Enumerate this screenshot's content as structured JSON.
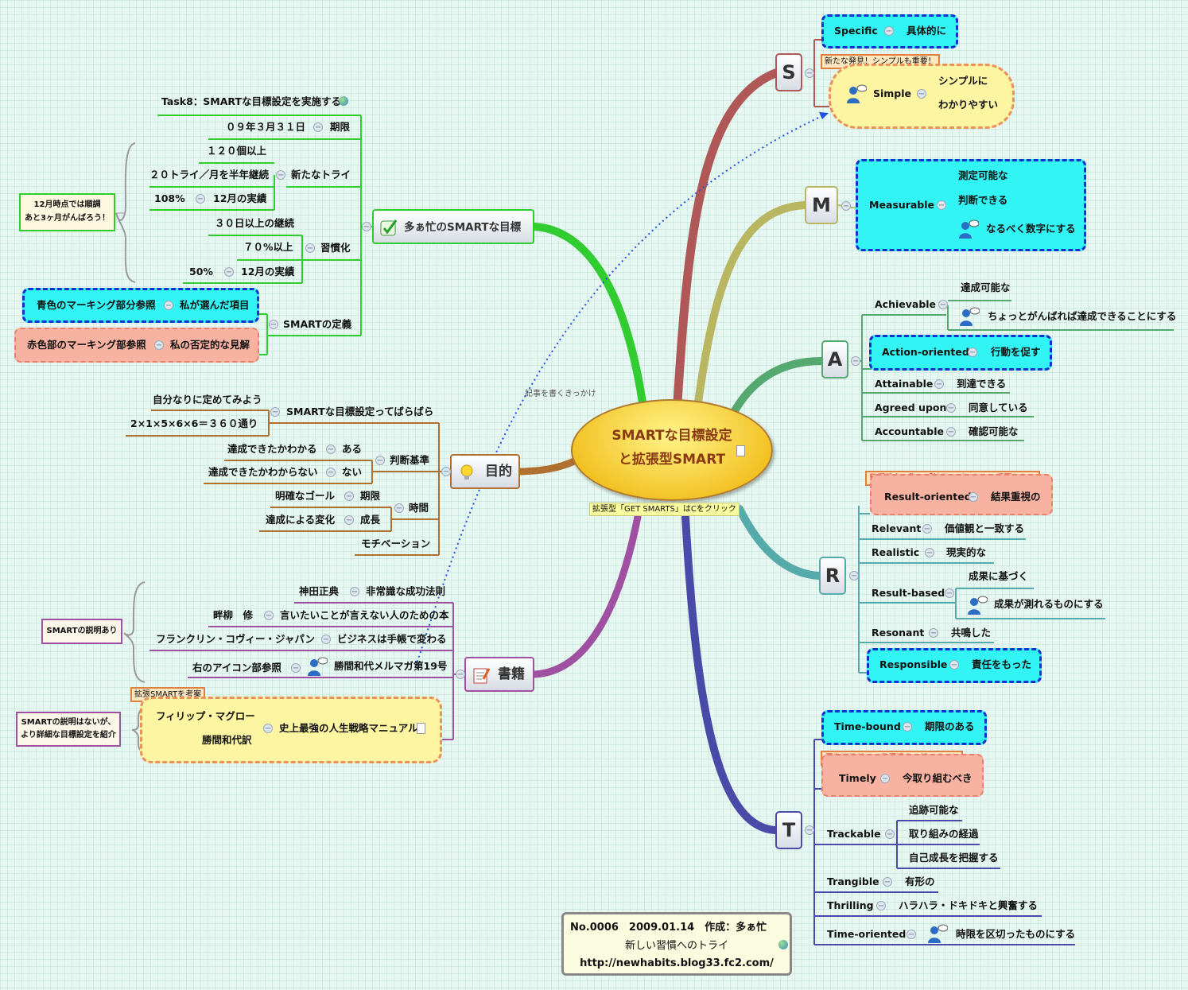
{
  "central": {
    "line1": "SMARTな目標設定",
    "line2": "と拡張型SMART",
    "note": "拡張型「GET SMARTS」はCをクリック"
  },
  "dotted_label": "記事を書くきっかけ",
  "info": {
    "line1": "No.0006　2009.01.14　作成：多ぁ忙",
    "line2": "新しい習慣へのトライ",
    "line3": "http://newhabits.blog33.fc2.com/"
  },
  "S": {
    "letter": "S",
    "specific": {
      "label": "Specific",
      "value": "具体的に"
    },
    "note": "新たな発見！シンプルも重要！",
    "simple": {
      "label": "Simple",
      "values": [
        "シンプルに",
        "わかりやすい"
      ]
    }
  },
  "M": {
    "letter": "M",
    "label": "Measurable",
    "values": [
      "測定可能な",
      "判断できる",
      "なるべく数字にする"
    ]
  },
  "A": {
    "letter": "A",
    "items": [
      {
        "label": "Achievable",
        "values": [
          "達成可能な",
          "ちょっとがんばれば達成できることにする"
        ]
      },
      {
        "label": "Action-oriented",
        "values": [
          "行動を促す"
        ]
      },
      {
        "label": "Attainable",
        "values": [
          "到達できる"
        ]
      },
      {
        "label": "Agreed upon",
        "values": [
          "同意している"
        ]
      },
      {
        "label": "Accountable",
        "values": [
          "確認可能な"
        ]
      }
    ]
  },
  "R": {
    "letter": "R",
    "note": "目標設定の際に「結果」がどうかは重要でない",
    "items": [
      {
        "label": "Result-oriented",
        "values": [
          "結果重視の"
        ]
      },
      {
        "label": "Relevant",
        "values": [
          "価値観と一致する"
        ]
      },
      {
        "label": "Realistic",
        "values": [
          "現実的な"
        ]
      },
      {
        "label": "Result-based",
        "values": [
          "成果に基づく",
          "成果が測れるものにする"
        ]
      },
      {
        "label": "Resonant",
        "values": [
          "共鳴した"
        ]
      },
      {
        "label": "Responsible",
        "values": [
          "責任をもった"
        ]
      }
    ]
  },
  "T": {
    "letter": "T",
    "note": "優先順位付けは目標設定の前にすべし",
    "items": [
      {
        "label": "Time-bound",
        "values": [
          "期限のある"
        ]
      },
      {
        "label": "Timely",
        "values": [
          "今取り組むべき"
        ]
      },
      {
        "label": "Trackable",
        "values": [
          "追跡可能な",
          "取り組みの経過",
          "自己成長を把握する"
        ]
      },
      {
        "label": "Trangible",
        "values": [
          "有形の"
        ]
      },
      {
        "label": "Thrilling",
        "values": [
          "ハラハラ・ドキドキと興奮する"
        ]
      },
      {
        "label": "Time-oriented",
        "values": [
          "時限を区切ったものにする"
        ]
      }
    ]
  },
  "goals": {
    "title": "多ぁ忙のSMARTな目標",
    "task": "Task8：SMARTな目標設定を実施する",
    "deadline": {
      "label": "期限",
      "value": "０９年３月３１日"
    },
    "trial": {
      "label": "新たなトライ",
      "values": [
        "１２０個以上",
        "２０トライ／月を半年継続"
      ],
      "result_label": "12月の実績",
      "result_value": "108%"
    },
    "habit": {
      "label": "習慣化",
      "values": [
        "３０日以上の継続",
        "７０%以上"
      ],
      "result_label": "12月の実績",
      "result_value": "50%"
    },
    "comment": [
      "12月時点では順調",
      "あと3ヶ月がんばろう！"
    ],
    "definition": {
      "label": "SMARTの定義",
      "blue": {
        "label": "私が選んだ項目",
        "value": "青色のマーキング部分参照"
      },
      "red": {
        "label": "私の否定的な見解",
        "value": "赤色部のマーキング部参照"
      }
    }
  },
  "purpose": {
    "title": "目的",
    "vary": {
      "label": "SMARTな目標設定ってばらばら",
      "values": [
        "自分なりに定めてみよう",
        "2×1×5×6×6＝３６０通り"
      ]
    },
    "criteria": {
      "label": "判断基準",
      "items": [
        {
          "label": "ある",
          "value": "達成できたかわかる"
        },
        {
          "label": "ない",
          "value": "達成できたかわからない"
        }
      ]
    },
    "time": {
      "label": "時間",
      "items": [
        {
          "label": "期限",
          "value": "明確なゴール"
        },
        {
          "label": "成長",
          "value": "達成による変化"
        }
      ]
    },
    "motivation": "モチベーション"
  },
  "books": {
    "title": "書籍",
    "items": [
      {
        "title": "非常識な成功法則",
        "author": "神田正典"
      },
      {
        "title": "言いたいことが言えない人のための本",
        "author": "畔柳　修"
      },
      {
        "title": "ビジネスは手帳で変わる",
        "author": "フランクリン・コヴィー・ジャパン"
      },
      {
        "title": "勝間和代メルマガ第19号",
        "author": "右のアイコン部参照"
      },
      {
        "title": "史上最強の人生戦略マニュアル",
        "authors": [
          "フィリップ・マグロー",
          "勝間和代訳"
        ]
      }
    ],
    "note_expanded": "拡張SMARTを考案",
    "comment1": "SMARTの説明あり",
    "comment2": [
      "SMARTの説明はないが、",
      "より詳細な目標設定を紹介"
    ]
  },
  "colors": {
    "S": "#b05858",
    "M": "#b8b660",
    "A": "#55a870",
    "R": "#55aaaa",
    "T": "#4a4aa8",
    "goals": "#30cc30",
    "purpose": "#b07030",
    "books": "#a050a0"
  },
  "icons": {
    "goals": "checkbox-icon",
    "purpose": "lightbulb-icon",
    "books": "notepad-icon",
    "person": "person-speaking-icon",
    "globe": "globe-icon",
    "note": "note-icon"
  }
}
